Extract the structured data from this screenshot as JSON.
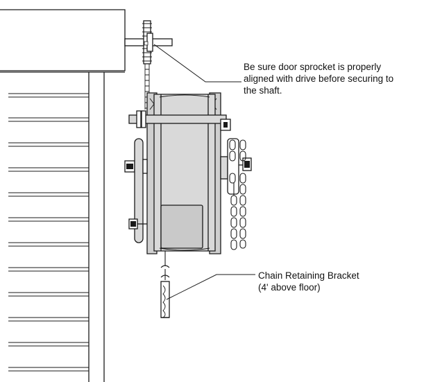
{
  "callouts": {
    "sprocket": {
      "line1": "Be sure door sprocket is properly",
      "line2": "aligned with drive before securing to",
      "line3": "the shaft."
    },
    "bracket": {
      "line1": "Chain Retaining Bracket",
      "line2": "(4' above floor)"
    }
  },
  "colors": {
    "stroke": "#1a1a1a",
    "operator_fill": "#d9d9d9",
    "operator_side_fill": "#c6c6c6"
  }
}
